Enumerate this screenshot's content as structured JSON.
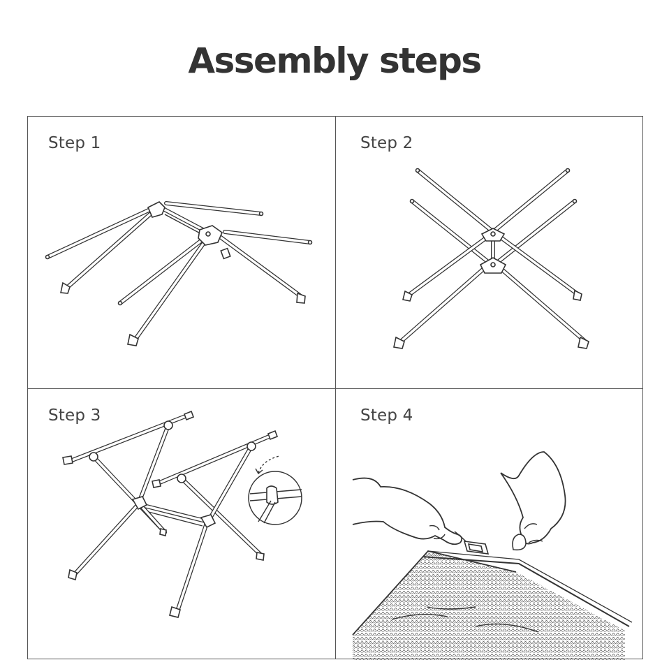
{
  "header": {
    "title": "Assembly steps"
  },
  "steps": [
    {
      "label": "Step 1"
    },
    {
      "label": "Step 2"
    },
    {
      "label": "Step 3"
    },
    {
      "label": "Step 4"
    }
  ]
}
